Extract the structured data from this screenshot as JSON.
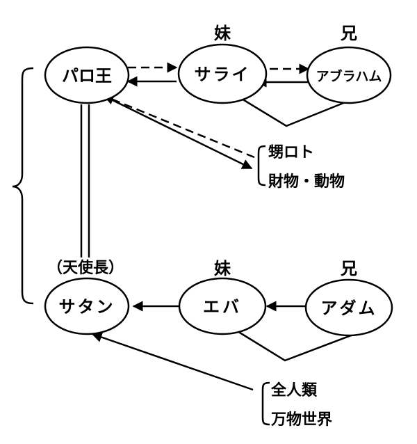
{
  "nodes": {
    "pharaoh": "パロ王",
    "sarai": "サライ",
    "abraham": "アブラハム",
    "satan": "サタン",
    "eve": "エバ",
    "adam": "アダム"
  },
  "labels": {
    "sister_top": "妹",
    "brother_top": "兄",
    "sister_bottom": "妹",
    "brother_bottom": "兄",
    "archangel": "（天使長）"
  },
  "groups": {
    "lot_wealth": [
      "甥ロト",
      "財物・動物"
    ],
    "mankind_world": [
      "全人類",
      "万物世界"
    ]
  }
}
